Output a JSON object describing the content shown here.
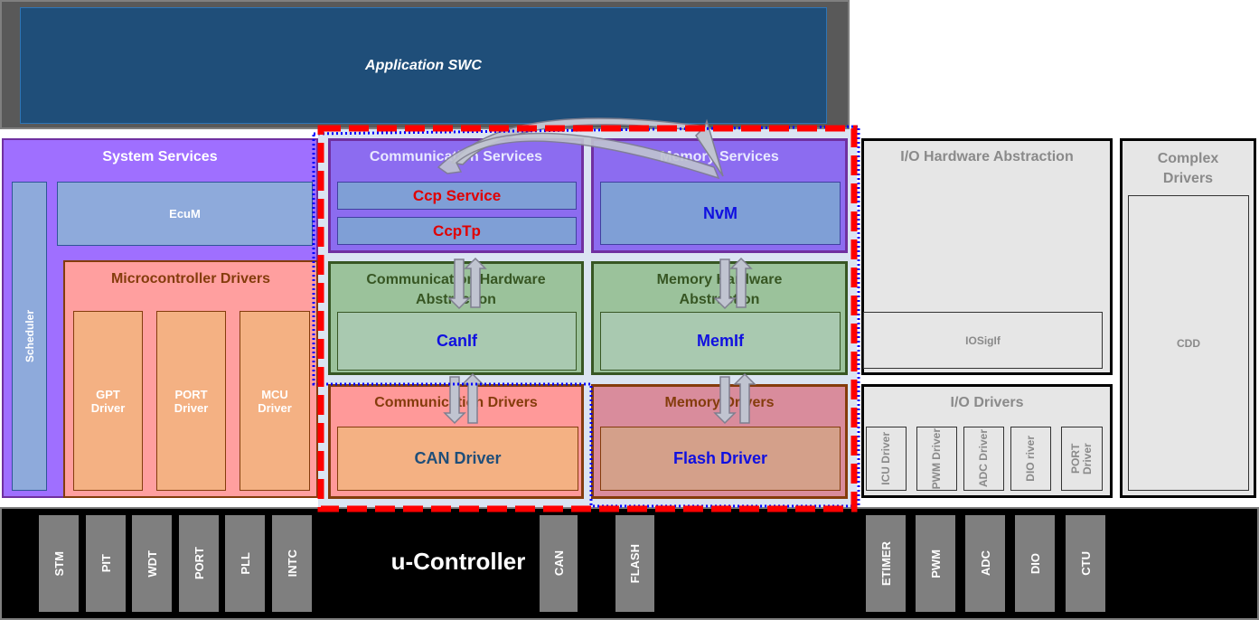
{
  "app_layer": {
    "label": "Application SWC"
  },
  "system_services": {
    "title": "System Services",
    "scheduler": "Scheduler",
    "ecum": "EcuM"
  },
  "microcontroller_drivers": {
    "title": "Microcontroller Drivers",
    "items": [
      "GPT Driver",
      "PORT Driver",
      "MCU Driver"
    ]
  },
  "communication_services": {
    "title": "Communication Services",
    "items": [
      "Ccp Service",
      "CcpTp"
    ]
  },
  "memory_services": {
    "title": "Memory Services",
    "items": [
      "NvM"
    ]
  },
  "communication_hw_abstraction": {
    "title": "Communication Hardware Abstraction",
    "item": "CanIf"
  },
  "memory_hw_abstraction": {
    "title": "Memory Hardware Abstraction",
    "item": "MemIf"
  },
  "communication_drivers": {
    "title": "Communication Drivers",
    "item": "CAN Driver"
  },
  "memory_drivers": {
    "title": "Memory Drivers",
    "item": "Flash Driver"
  },
  "io_hw_abstraction": {
    "title": "I/O Hardware Abstraction",
    "item": "IOSigIf"
  },
  "io_drivers": {
    "title": "I/O Drivers",
    "items": [
      "ICU Driver",
      "PWM Driver",
      "ADC Driver",
      "DIO river",
      "PORT Driver"
    ]
  },
  "complex_drivers": {
    "title": "Complex Drivers",
    "item": "CDD"
  },
  "microcontroller": {
    "label": "u-Controller",
    "left_modules": [
      "STM",
      "PIT",
      "WDT",
      "PORT",
      "PLL",
      "INTC"
    ],
    "mid_modules": [
      "CAN",
      "FLASH"
    ],
    "right_modules": [
      "ETIMER",
      "PWM",
      "ADC",
      "DIO",
      "CTU"
    ]
  },
  "colors": {
    "highlight_dash": "#ff0000",
    "highlight_dot": "#0000ff",
    "services": "#8c6cf0",
    "hw_abstraction": "#9bc29b",
    "drivers": "#ff9f9f"
  }
}
